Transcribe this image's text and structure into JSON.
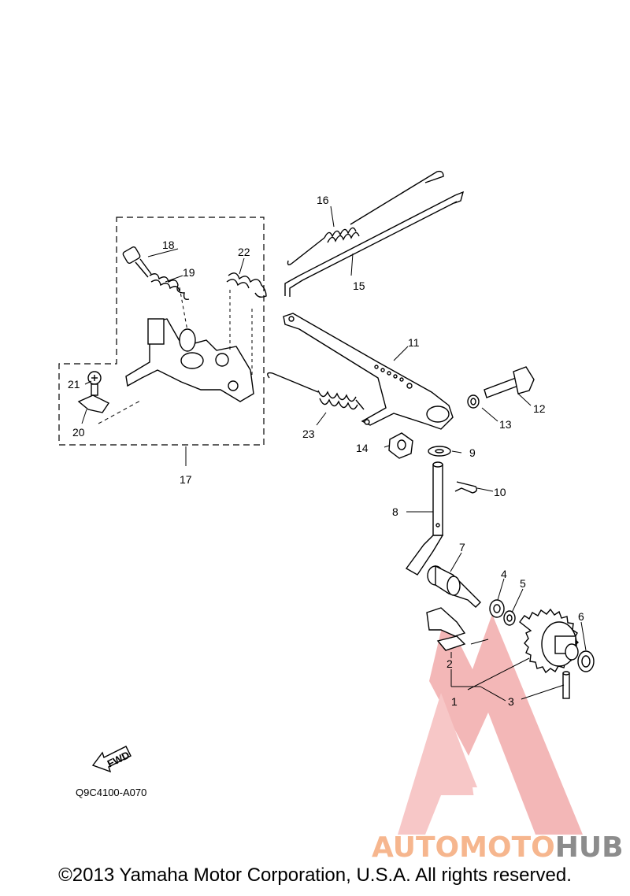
{
  "diagram": {
    "callouts": [
      "1",
      "2",
      "3",
      "4",
      "5",
      "6",
      "7",
      "8",
      "9",
      "10",
      "11",
      "12",
      "13",
      "14",
      "15",
      "16",
      "17",
      "18",
      "19",
      "20",
      "21",
      "22",
      "23"
    ],
    "fwd_label": "FWD",
    "drawing_code": "Q9C4100-A070",
    "copyright": "©2013 Yamaha Motor Corporation, U.S.A. All rights reserved."
  },
  "watermark": {
    "text_a": "AUTOMOTO",
    "text_b": "HUB",
    "color_a": "#f6b68e",
    "color_b": "#8c8c8c",
    "logo_color": "#f0a0a0"
  }
}
